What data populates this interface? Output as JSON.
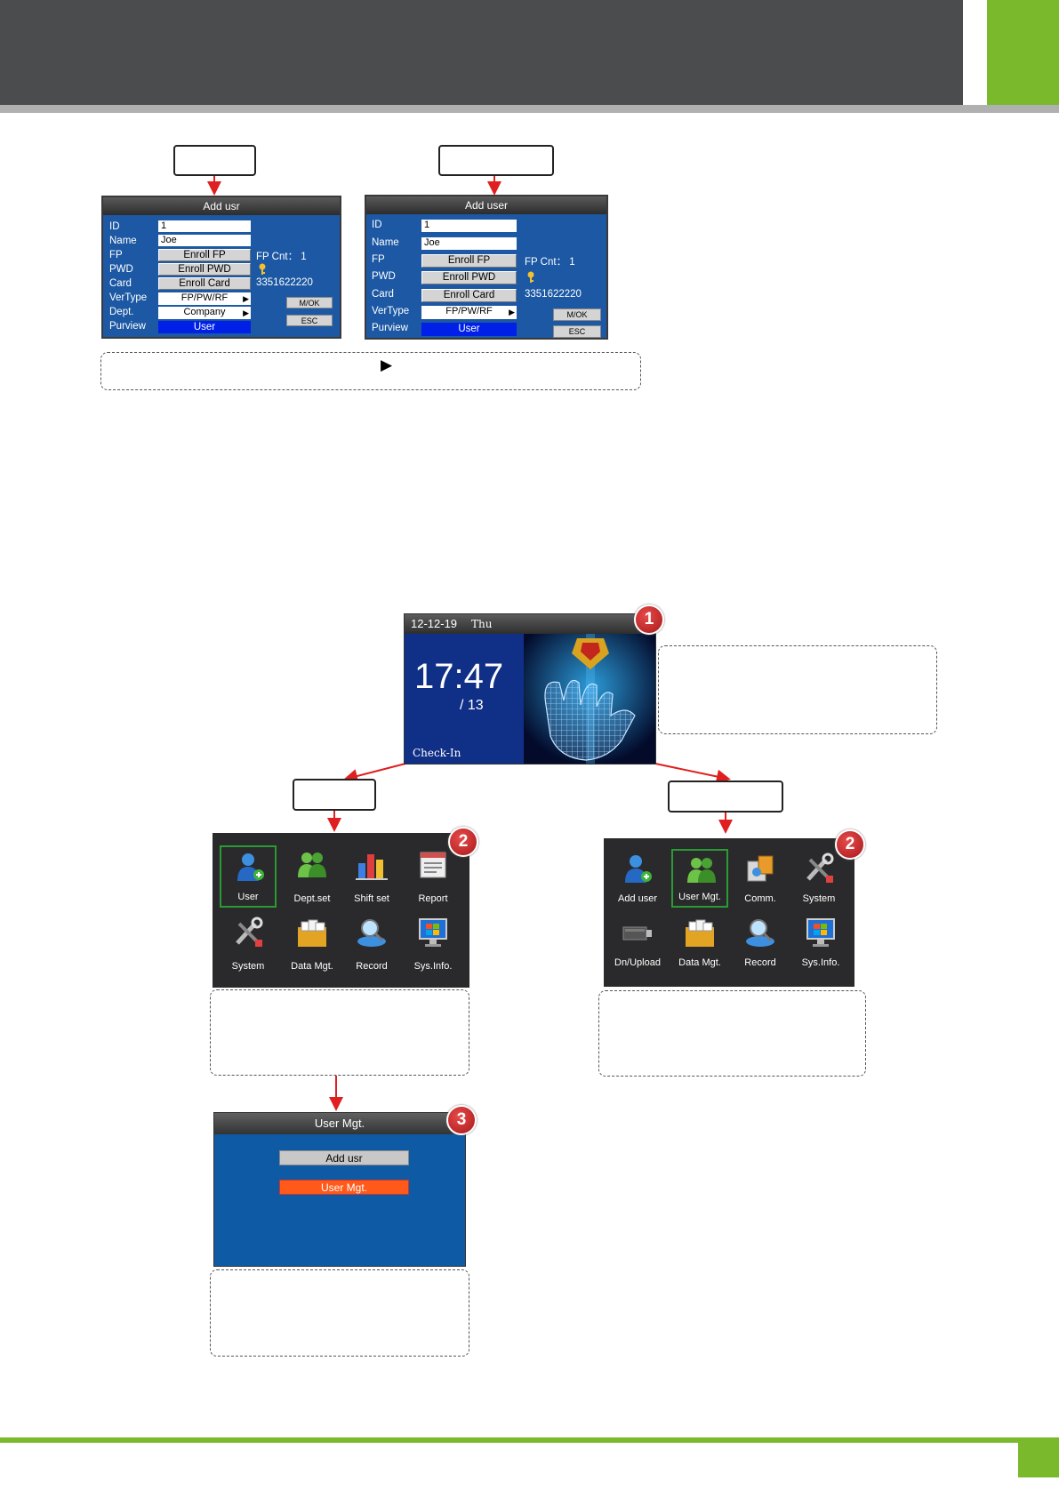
{
  "page": {
    "triangle_glyph": "▶"
  },
  "screen_small": {
    "title": "Add usr",
    "labels": [
      "ID",
      "Name",
      "FP",
      "PWD",
      "Card",
      "VerType",
      "Dept.",
      "Purview"
    ],
    "id_value": "1",
    "name_value": "Joe",
    "enroll_fp": "Enroll FP",
    "enroll_pwd": "Enroll PWD",
    "enroll_card": "Enroll Card",
    "vertype": "FP/PW/RF",
    "dept": "Company",
    "purview": "User",
    "fp_cnt": "FP Cnt： 1",
    "card_no": "3351622220",
    "mok": "M/OK",
    "esc": "ESC"
  },
  "screen_large": {
    "title": "Add user",
    "labels": [
      "ID",
      "Name",
      "FP",
      "PWD",
      "Card",
      "VerType",
      "Purview"
    ],
    "id_value": "1",
    "name_value": "Joe",
    "enroll_fp": "Enroll FP",
    "enroll_pwd": "Enroll PWD",
    "enroll_card": "Enroll Card",
    "vertype": "FP/PW/RF",
    "purview": "User",
    "fp_cnt": "FP Cnt： 1",
    "card_no": "3351622220",
    "mok": "M/OK",
    "esc": "ESC"
  },
  "main_screen": {
    "date": "12-12-19",
    "day": "Thu",
    "time": "17:47",
    "date_small": "/ 13",
    "status": "Check-In"
  },
  "badges": {
    "one": "1",
    "two": "2",
    "three": "3"
  },
  "menu_left": {
    "items": [
      "User",
      "Dept.set",
      "Shift set",
      "Report",
      "System",
      "Data Mgt.",
      "Record",
      "Sys.Info."
    ]
  },
  "menu_right": {
    "items": [
      "Add user",
      "User Mgt.",
      "Comm.",
      "System",
      "Dn/Upload",
      "Data Mgt.",
      "Record",
      "Sys.Info."
    ]
  },
  "user_mgt": {
    "title": "User Mgt.",
    "add_usr": "Add usr",
    "user_mgt": "User Mgt."
  },
  "colors": {
    "brand_green": "#7ab82c",
    "header_dark": "#4b4c4e",
    "screen_blue": "#1c58a3",
    "highlight_orange": "#ff5a1a"
  }
}
